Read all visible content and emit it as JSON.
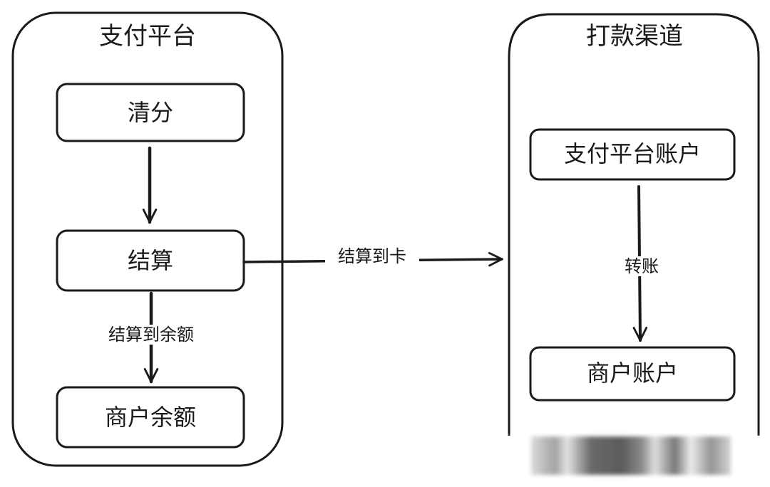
{
  "containers": {
    "left": {
      "title": "支付平台"
    },
    "right": {
      "title": "打款渠道"
    }
  },
  "nodes": {
    "clearing": "清分",
    "settlement": "结算",
    "merchant_balance": "商户余额",
    "platform_account": "支付平台账户",
    "merchant_account": "商户账户"
  },
  "edges": {
    "settle_to_balance": "结算到余额",
    "settle_to_card": "结算到卡",
    "transfer": "转账"
  },
  "colors": {
    "stroke": "#1a1a1a",
    "background": "#ffffff"
  }
}
